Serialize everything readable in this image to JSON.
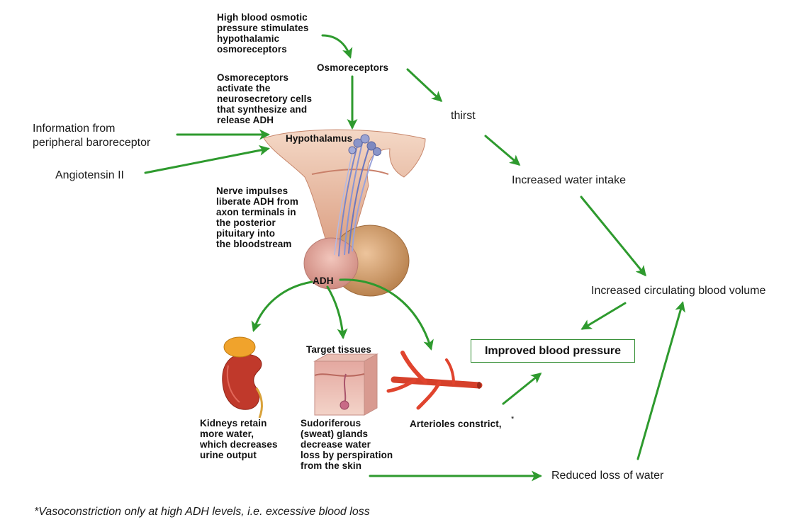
{
  "labels": {
    "osmotic_pressure": "High blood osmotic\npressure stimulates\nhypothalamic\nosmoreceptors",
    "osmoreceptors": "Osmoreceptors",
    "osmoreceptors_activate": "Osmoreceptors\nactivate the\nneurosecretory cells\nthat synthesize and\nrelease ADH",
    "hypothalamus": "Hypothalamus",
    "baroreceptor": "Information from\nperipheral baroreceptor",
    "angiotensin": "Angiotensin II",
    "thirst": "thirst",
    "water_intake": "Increased water intake",
    "nerve_impulses": "Nerve impulses\nliberate ADH from\naxon terminals in\nthe posterior\npituitary into\nthe bloodstream",
    "adh": "ADH",
    "blood_volume": "Increased circulating blood volume",
    "target_tissues": "Target tissues",
    "improved_bp": "Improved blood pressure",
    "kidneys": "Kidneys retain\nmore water,\nwhich decreases\nurine output",
    "sudoriferous": "Sudoriferous\n(sweat) glands\ndecrease water\nloss by perspiration\nfrom the skin",
    "arterioles": "Arterioles constrict,",
    "asterisk": "*",
    "reduced_loss": "Reduced loss of water",
    "footnote": "*Vasoconstriction only at high ADH levels, i.e. excessive blood loss"
  },
  "colors": {
    "arrow": "#2e9a2e",
    "box_border": "#2e8b2e",
    "hypothalamus_tissue": "#e9b79a",
    "pituitary": "#d9a27a",
    "kidney": "#c0392b",
    "arteriole": "#e0442e"
  }
}
